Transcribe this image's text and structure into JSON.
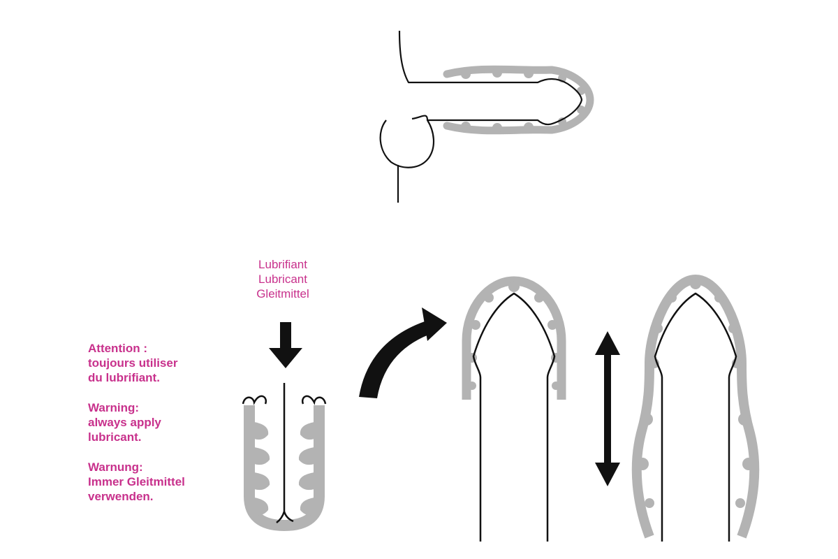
{
  "colors": {
    "accent": "#c8318c",
    "sleeve": "#b3b3b3",
    "line": "#111111"
  },
  "lubricant_label": {
    "lines": [
      "Lubrifiant",
      "Lubricant",
      "Gleitmittel"
    ]
  },
  "warnings": [
    {
      "lines": [
        "Attention :",
        "toujours utiliser",
        "du lubrifiant."
      ]
    },
    {
      "lines": [
        "Warning:",
        "always apply",
        "lubricant."
      ]
    },
    {
      "lines": [
        "Warnung:",
        "Immer Gleitmittel",
        "verwenden."
      ]
    }
  ]
}
